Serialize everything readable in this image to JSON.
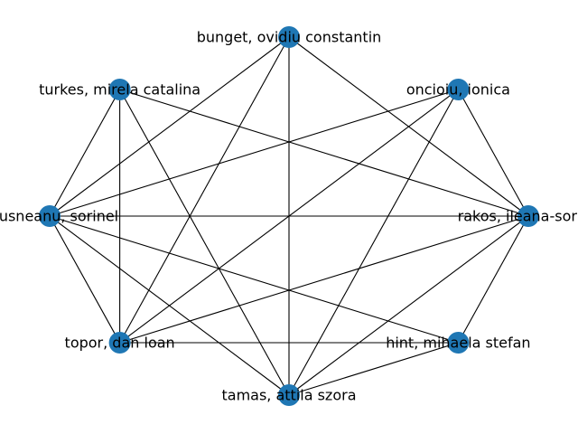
{
  "graph": {
    "node_color": "#1f77b4",
    "edge_color": "#000000",
    "nodes": [
      {
        "id": "bunget",
        "label": "bunget, ovidiu constantin"
      },
      {
        "id": "oncioiu",
        "label": "oncioiu, ionica"
      },
      {
        "id": "rakos",
        "label": "rakos, ileana-sorina"
      },
      {
        "id": "hint",
        "label": "hint, mihaela stefan"
      },
      {
        "id": "tamas",
        "label": "tamas, attila szora"
      },
      {
        "id": "topor",
        "label": "topor, dan loan"
      },
      {
        "id": "bousneanu",
        "label": "bousneanu, sorinel"
      },
      {
        "id": "turkes",
        "label": "turkes, mirela catalina"
      }
    ],
    "edges": [
      [
        "bunget",
        "bousneanu"
      ],
      [
        "bunget",
        "topor"
      ],
      [
        "bunget",
        "tamas"
      ],
      [
        "bunget",
        "rakos"
      ],
      [
        "turkes",
        "bousneanu"
      ],
      [
        "turkes",
        "topor"
      ],
      [
        "turkes",
        "tamas"
      ],
      [
        "turkes",
        "rakos"
      ],
      [
        "oncioiu",
        "bousneanu"
      ],
      [
        "oncioiu",
        "topor"
      ],
      [
        "oncioiu",
        "tamas"
      ],
      [
        "oncioiu",
        "rakos"
      ],
      [
        "bousneanu",
        "rakos"
      ],
      [
        "bousneanu",
        "topor"
      ],
      [
        "bousneanu",
        "tamas"
      ],
      [
        "bousneanu",
        "hint"
      ],
      [
        "rakos",
        "topor"
      ],
      [
        "rakos",
        "tamas"
      ],
      [
        "rakos",
        "hint"
      ],
      [
        "topor",
        "hint"
      ],
      [
        "tamas",
        "hint"
      ]
    ]
  }
}
